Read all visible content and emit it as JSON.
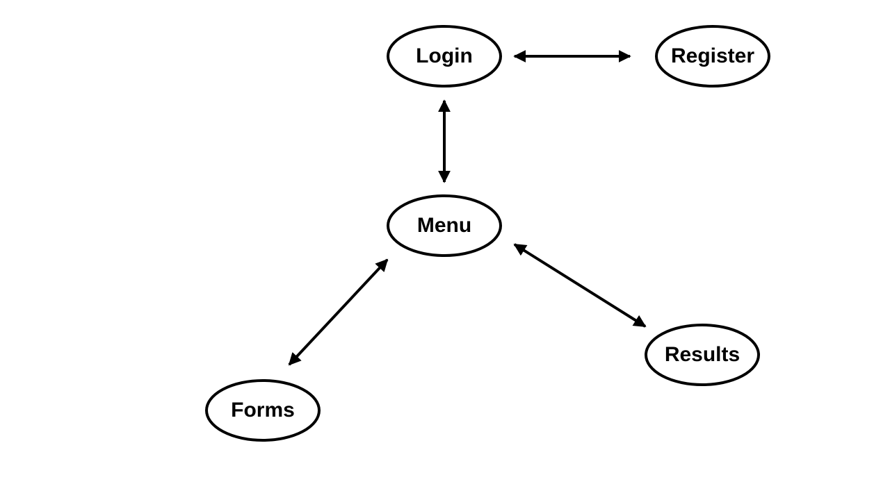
{
  "diagram": {
    "nodes": {
      "login": {
        "label": "Login"
      },
      "register": {
        "label": "Register"
      },
      "menu": {
        "label": "Menu"
      },
      "forms": {
        "label": "Forms"
      },
      "results": {
        "label": "Results"
      }
    },
    "edges": [
      {
        "from": "login",
        "to": "register",
        "direction": "both"
      },
      {
        "from": "login",
        "to": "menu",
        "direction": "both"
      },
      {
        "from": "menu",
        "to": "forms",
        "direction": "both"
      },
      {
        "from": "menu",
        "to": "results",
        "direction": "both"
      }
    ],
    "colors": {
      "stroke": "#000000",
      "fill": "#ffffff",
      "background": "#ffffff"
    }
  }
}
